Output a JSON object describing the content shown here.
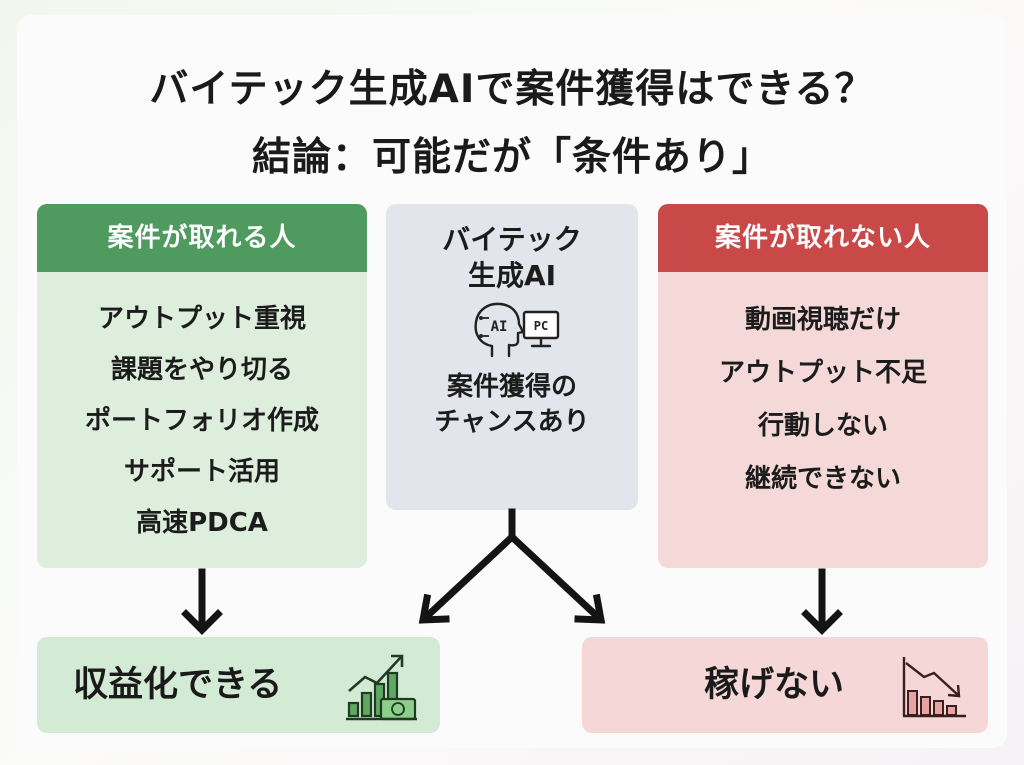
{
  "title": {
    "line1": "バイテック生成AIで案件獲得はできる？",
    "line2": "結論：可能だが「条件あり」"
  },
  "left_panel": {
    "heading": "案件が取れる人",
    "items": [
      "アウトプット重視",
      "課題をやり切る",
      "ポートフォリオ作成",
      "サポート活用",
      "高速PDCA"
    ]
  },
  "center_panel": {
    "title_line1": "バイテック",
    "title_line2": "生成AI",
    "icon": "ai-head-pc-icon",
    "icon_text_ai": "AI",
    "icon_text_pc": "PC",
    "sub_line1": "案件獲得の",
    "sub_line2": "チャンスあり"
  },
  "right_panel": {
    "heading": "案件が取れない人",
    "items": [
      "動画視聴だけ",
      "アウトプット不足",
      "行動しない",
      "継続できない"
    ]
  },
  "results": {
    "positive": {
      "label": "収益化できる",
      "icon": "growth-chart-money-icon"
    },
    "negative": {
      "label": "稼げない",
      "icon": "decline-chart-icon"
    }
  },
  "colors": {
    "green_header": "#4e9a5f",
    "green_panel": "#ddeedd",
    "red_header": "#c94848",
    "red_panel": "#f5d9d9",
    "center_panel": "#e3e5ec"
  }
}
